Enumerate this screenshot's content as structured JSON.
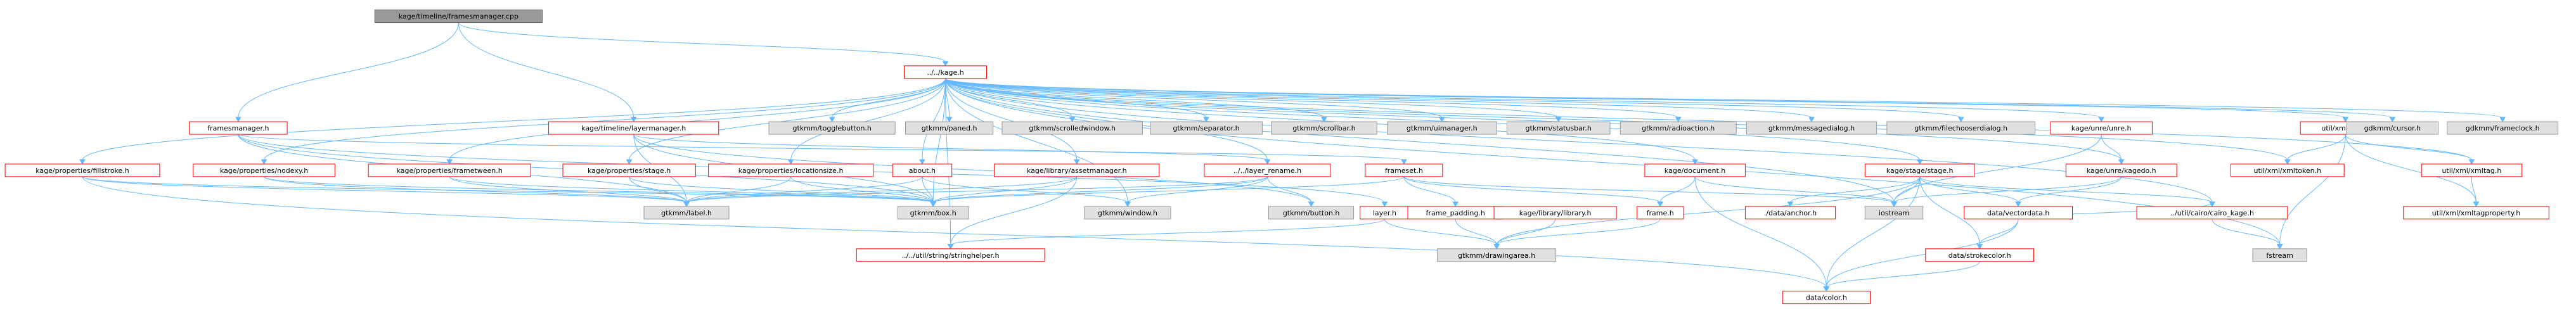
{
  "palette": {
    "root_fill": "#999999",
    "root_stroke": "#666666",
    "doc_fill": "#ffffff",
    "doc_stroke": "#ff0000",
    "nodoc_fill": "#e0e0e0",
    "nodoc_stroke": "#999999",
    "edge": "#63b8ff",
    "text": "#000000"
  },
  "nodes": [
    {
      "id": "root",
      "label": "kage/timeline/framesmanager.cpp",
      "style": "root"
    },
    {
      "id": "kage_h",
      "label": "../../kage.h",
      "style": "doc"
    },
    {
      "id": "framesmanager_h",
      "label": "framesmanager.h",
      "style": "doc"
    },
    {
      "id": "layermanager_h",
      "label": "kage/timeline/layermanager.h",
      "style": "doc"
    },
    {
      "id": "togglebutton",
      "label": "gtkmm/togglebutton.h",
      "style": "nodoc"
    },
    {
      "id": "paned",
      "label": "gtkmm/paned.h",
      "style": "nodoc"
    },
    {
      "id": "scrolledwindow",
      "label": "gtkmm/scrolledwindow.h",
      "style": "nodoc"
    },
    {
      "id": "separator",
      "label": "gtkmm/separator.h",
      "style": "nodoc"
    },
    {
      "id": "scrollbar",
      "label": "gtkmm/scrollbar.h",
      "style": "nodoc"
    },
    {
      "id": "uimanager",
      "label": "gtkmm/uimanager.h",
      "style": "nodoc"
    },
    {
      "id": "statusbar",
      "label": "gtkmm/statusbar.h",
      "style": "nodoc"
    },
    {
      "id": "radioaction",
      "label": "gtkmm/radioaction.h",
      "style": "nodoc"
    },
    {
      "id": "messagedialog",
      "label": "gtkmm/messagedialog.h",
      "style": "nodoc"
    },
    {
      "id": "filechooserdialog",
      "label": "gtkmm/filechooserdialog.h",
      "style": "nodoc"
    },
    {
      "id": "unre_h",
      "label": "kage/unre/unre.h",
      "style": "doc"
    },
    {
      "id": "xml_h",
      "label": "util/xml/xml.h",
      "style": "doc"
    },
    {
      "id": "cursor",
      "label": "gdkmm/cursor.h",
      "style": "nodoc"
    },
    {
      "id": "frameclock",
      "label": "gdkmm/frameclock.h",
      "style": "nodoc"
    },
    {
      "id": "fillstroke_h",
      "label": "kage/properties/fillstroke.h",
      "style": "doc"
    },
    {
      "id": "nodexy_h",
      "label": "kage/properties/nodexy.h",
      "style": "doc"
    },
    {
      "id": "frametween_h",
      "label": "kage/properties/frametween.h",
      "style": "doc"
    },
    {
      "id": "stage_prop_h",
      "label": "kage/properties/stage.h",
      "style": "doc"
    },
    {
      "id": "locationsize_h",
      "label": "kage/properties/locationsize.h",
      "style": "doc"
    },
    {
      "id": "about_h",
      "label": "about.h",
      "style": "doc"
    },
    {
      "id": "assetmanager_h",
      "label": "kage/library/assetmanager.h",
      "style": "doc"
    },
    {
      "id": "layer_rename_h",
      "label": "../../layer_rename.h",
      "style": "doc"
    },
    {
      "id": "frameset_h",
      "label": "frameset.h",
      "style": "doc"
    },
    {
      "id": "document_h",
      "label": "kage/document.h",
      "style": "doc"
    },
    {
      "id": "stage_h",
      "label": "kage/stage/stage.h",
      "style": "doc"
    },
    {
      "id": "kagedo_h",
      "label": "kage/unre/kagedo.h",
      "style": "doc"
    },
    {
      "id": "xmltoken_h",
      "label": "util/xml/xmltoken.h",
      "style": "doc"
    },
    {
      "id": "xmltag_h",
      "label": "util/xml/xmltag.h",
      "style": "doc"
    },
    {
      "id": "label",
      "label": "gtkmm/label.h",
      "style": "nodoc"
    },
    {
      "id": "box",
      "label": "gtkmm/box.h",
      "style": "nodoc"
    },
    {
      "id": "window",
      "label": "gtkmm/window.h",
      "style": "nodoc"
    },
    {
      "id": "button",
      "label": "gtkmm/button.h",
      "style": "nodoc"
    },
    {
      "id": "layer_h",
      "label": "layer.h",
      "style": "doc"
    },
    {
      "id": "frame_padding_h",
      "label": "frame_padding.h",
      "style": "doc"
    },
    {
      "id": "library_h",
      "label": "kage/library/library.h",
      "style": "doc"
    },
    {
      "id": "frame_h",
      "label": "frame.h",
      "style": "doc"
    },
    {
      "id": "anchor_h",
      "label": "./data/anchor.h",
      "style": "doc"
    },
    {
      "id": "iostream",
      "label": "iostream",
      "style": "nodoc"
    },
    {
      "id": "vectordata_h",
      "label": "data/vectordata.h",
      "style": "doc"
    },
    {
      "id": "cairo_kage_h",
      "label": "../util/cairo/cairo_kage.h",
      "style": "doc"
    },
    {
      "id": "xmltagproperty_h",
      "label": "util/xml/xmltagproperty.h",
      "style": "doc"
    },
    {
      "id": "stringhelper_h",
      "label": "../../util/string/stringhelper.h",
      "style": "doc"
    },
    {
      "id": "drawingarea",
      "label": "gtkmm/drawingarea.h",
      "style": "nodoc"
    },
    {
      "id": "strokecolor_h",
      "label": "data/strokecolor.h",
      "style": "doc"
    },
    {
      "id": "fstream",
      "label": "fstream",
      "style": "nodoc"
    },
    {
      "id": "color_h",
      "label": "data/color.h",
      "style": "doc"
    }
  ],
  "edges": [
    [
      "root",
      "kage_h"
    ],
    [
      "root",
      "framesmanager_h"
    ],
    [
      "root",
      "layermanager_h"
    ],
    [
      "kage_h",
      "togglebutton"
    ],
    [
      "kage_h",
      "paned"
    ],
    [
      "kage_h",
      "scrolledwindow"
    ],
    [
      "kage_h",
      "separator"
    ],
    [
      "kage_h",
      "scrollbar"
    ],
    [
      "kage_h",
      "uimanager"
    ],
    [
      "kage_h",
      "statusbar"
    ],
    [
      "kage_h",
      "radioaction"
    ],
    [
      "kage_h",
      "messagedialog"
    ],
    [
      "kage_h",
      "filechooserdialog"
    ],
    [
      "kage_h",
      "unre_h"
    ],
    [
      "kage_h",
      "xml_h"
    ],
    [
      "kage_h",
      "cursor"
    ],
    [
      "kage_h",
      "frameclock"
    ],
    [
      "kage_h",
      "fillstroke_h"
    ],
    [
      "kage_h",
      "nodexy_h"
    ],
    [
      "kage_h",
      "frametween_h"
    ],
    [
      "kage_h",
      "stage_prop_h"
    ],
    [
      "kage_h",
      "locationsize_h"
    ],
    [
      "kage_h",
      "about_h"
    ],
    [
      "kage_h",
      "assetmanager_h"
    ],
    [
      "kage_h",
      "layer_rename_h"
    ],
    [
      "kage_h",
      "document_h"
    ],
    [
      "kage_h",
      "stage_h"
    ],
    [
      "kage_h",
      "kagedo_h"
    ],
    [
      "kage_h",
      "xmltoken_h"
    ],
    [
      "kage_h",
      "xmltag_h"
    ],
    [
      "kage_h",
      "iostream"
    ],
    [
      "kage_h",
      "cairo_kage_h"
    ],
    [
      "kage_h",
      "stringhelper_h"
    ],
    [
      "kage_h",
      "fstream"
    ],
    [
      "kage_h",
      "box"
    ],
    [
      "kage_h",
      "window"
    ],
    [
      "framesmanager_h",
      "frameset_h"
    ],
    [
      "framesmanager_h",
      "label"
    ],
    [
      "framesmanager_h",
      "box"
    ],
    [
      "framesmanager_h",
      "layer_h"
    ],
    [
      "layermanager_h",
      "layer_rename_h"
    ],
    [
      "layermanager_h",
      "label"
    ],
    [
      "layermanager_h",
      "box"
    ],
    [
      "layermanager_h",
      "button"
    ],
    [
      "fillstroke_h",
      "label"
    ],
    [
      "fillstroke_h",
      "box"
    ],
    [
      "fillstroke_h",
      "color_h"
    ],
    [
      "nodexy_h",
      "label"
    ],
    [
      "nodexy_h",
      "box"
    ],
    [
      "frametween_h",
      "label"
    ],
    [
      "frametween_h",
      "box"
    ],
    [
      "stage_prop_h",
      "label"
    ],
    [
      "stage_prop_h",
      "box"
    ],
    [
      "locationsize_h",
      "label"
    ],
    [
      "locationsize_h",
      "box"
    ],
    [
      "about_h",
      "label"
    ],
    [
      "about_h",
      "box"
    ],
    [
      "about_h",
      "window"
    ],
    [
      "assetmanager_h",
      "box"
    ],
    [
      "assetmanager_h",
      "label"
    ],
    [
      "assetmanager_h",
      "stringhelper_h"
    ],
    [
      "layer_rename_h",
      "box"
    ],
    [
      "layer_rename_h",
      "window"
    ],
    [
      "layer_rename_h",
      "button"
    ],
    [
      "layer_rename_h",
      "label"
    ],
    [
      "frameset_h",
      "frame_padding_h"
    ],
    [
      "frameset_h",
      "frame_h"
    ],
    [
      "frameset_h",
      "box"
    ],
    [
      "frameset_h",
      "iostream"
    ],
    [
      "layer_h",
      "stringhelper_h"
    ],
    [
      "layer_h",
      "drawingarea"
    ],
    [
      "frame_padding_h",
      "drawingarea"
    ],
    [
      "frame_h",
      "drawingarea"
    ],
    [
      "library_h",
      "drawingarea"
    ],
    [
      "document_h",
      "frame_h"
    ],
    [
      "document_h",
      "color_h"
    ],
    [
      "document_h",
      "iostream"
    ],
    [
      "stage_h",
      "anchor_h"
    ],
    [
      "stage_h",
      "vectordata_h"
    ],
    [
      "stage_h",
      "strokecolor_h"
    ],
    [
      "stage_h",
      "color_h"
    ],
    [
      "stage_h",
      "cairo_kage_h"
    ],
    [
      "stage_h",
      "iostream"
    ],
    [
      "stage_h",
      "drawingarea"
    ],
    [
      "unre_h",
      "kagedo_h"
    ],
    [
      "unre_h",
      "iostream"
    ],
    [
      "kagedo_h",
      "vectordata_h"
    ],
    [
      "kagedo_h",
      "iostream"
    ],
    [
      "vectordata_h",
      "strokecolor_h"
    ],
    [
      "vectordata_h",
      "color_h"
    ],
    [
      "vectordata_h",
      "cairo_kage_h"
    ],
    [
      "strokecolor_h",
      "color_h"
    ],
    [
      "xml_h",
      "xmltoken_h"
    ],
    [
      "xml_h",
      "xmltag_h"
    ],
    [
      "xml_h",
      "xmltagproperty_h"
    ],
    [
      "xml_h",
      "fstream"
    ],
    [
      "xmltag_h",
      "xmltagproperty_h"
    ],
    [
      "cairo_kage_h",
      "fstream"
    ]
  ]
}
